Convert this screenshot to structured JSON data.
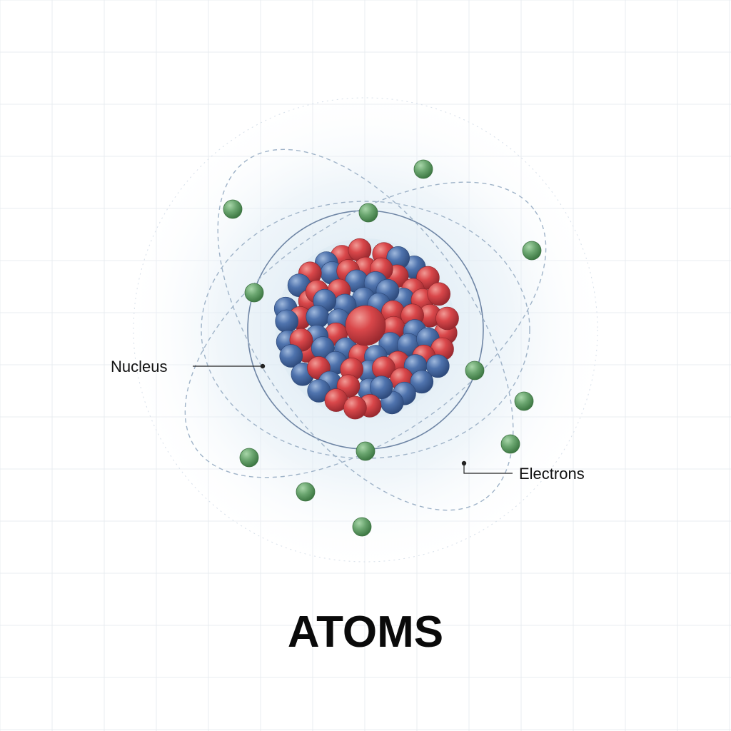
{
  "labels": {
    "nucleus": "Nucleus",
    "electrons": "Electrons"
  },
  "title": "ATOMS",
  "colors": {
    "background": "#ffffff",
    "grid": "#e9ecf1",
    "proton": "#d9474a",
    "neutron": "#4f73ad",
    "electron": "#6aa56f",
    "orbit": "#9fb3c8",
    "leader": "#222222",
    "glow": "#cfe2ef"
  },
  "legend_mapping": {
    "proton_color_name": "red",
    "neutron_color_name": "blue",
    "electron_color_name": "green"
  }
}
